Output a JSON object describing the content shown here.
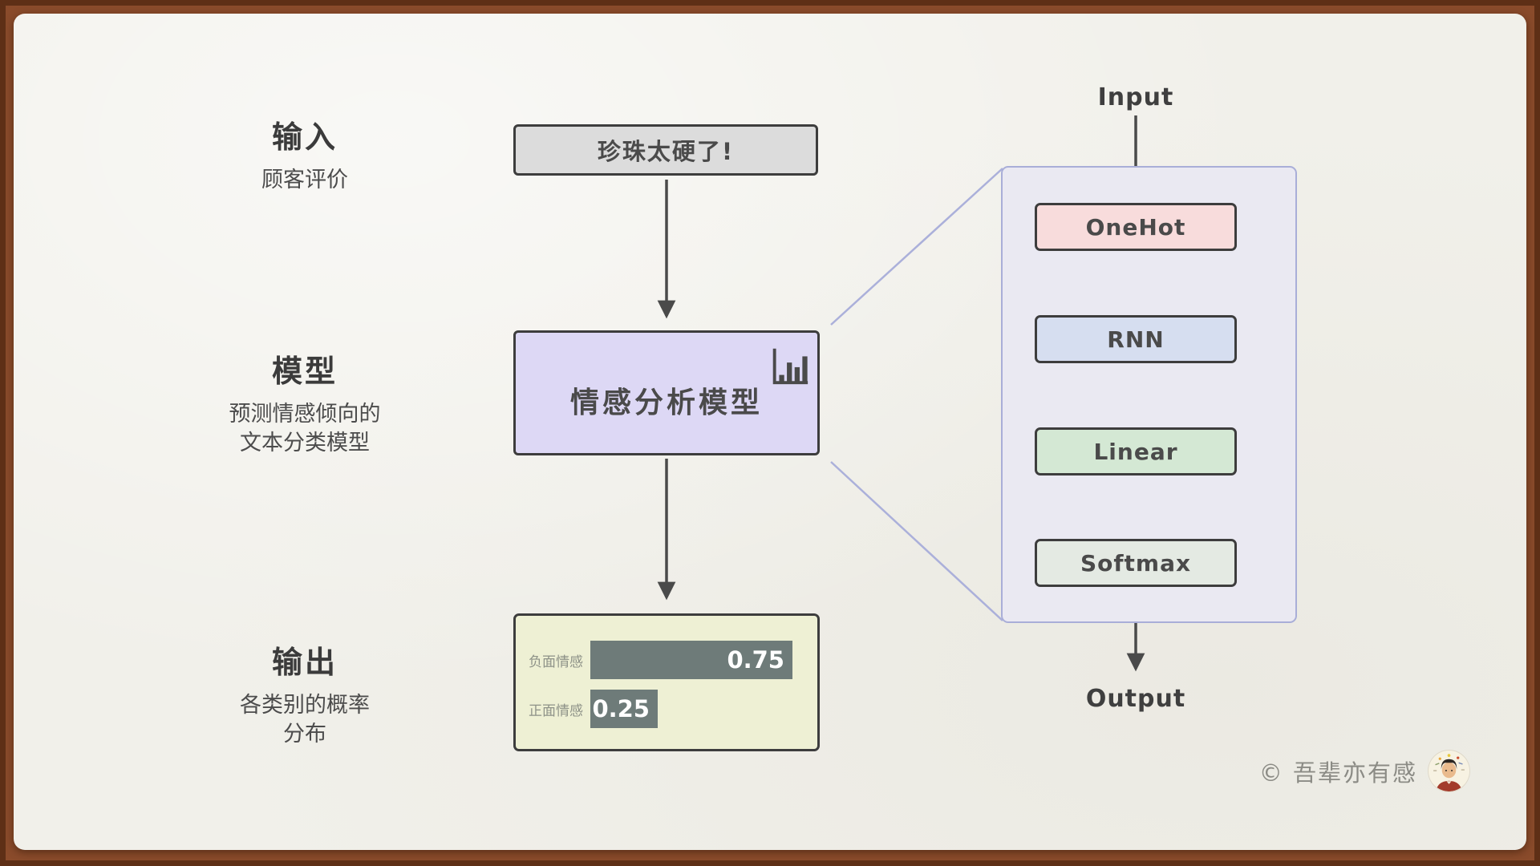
{
  "left_labels": {
    "input": {
      "title": "输入",
      "subtitle": "顾客评价"
    },
    "model": {
      "title": "模型",
      "subtitle_line1": "预测情感倾向的",
      "subtitle_line2": "文本分类模型"
    },
    "output": {
      "title": "输出",
      "subtitle_line1": "各类别的概率",
      "subtitle_line2": "分布"
    }
  },
  "flow": {
    "input_box": {
      "text": "珍珠太硬了!"
    },
    "model_box": {
      "text": "情感分析模型",
      "icon": "bar-chart-icon"
    },
    "output_box": {
      "rows": [
        {
          "label": "负面情感",
          "value": 0.75,
          "value_label": "0.75"
        },
        {
          "label": "正面情感",
          "value": 0.25,
          "value_label": "0.25"
        }
      ]
    }
  },
  "chart_data": {
    "type": "bar",
    "orientation": "horizontal",
    "categories": [
      "负面情感",
      "正面情感"
    ],
    "values": [
      0.75,
      0.25
    ],
    "title": "",
    "xlim": [
      0,
      1
    ],
    "bar_color": "#6e7b79"
  },
  "detail_panel": {
    "input_label": "Input",
    "output_label": "Output",
    "layers": [
      {
        "name": "OneHot"
      },
      {
        "name": "RNN"
      },
      {
        "name": "Linear"
      },
      {
        "name": "Softmax"
      }
    ],
    "has_recurrent_loop": true
  },
  "footer": {
    "copyright": "© 吾辈亦有感"
  },
  "colors": {
    "frame": "#8a4b2b",
    "frame_edge": "#5e2f16",
    "paper": "#f1f0ea",
    "ink": "#4a4a4a",
    "input_box_bg": "#dcdcdc",
    "model_box_bg": "#ddd8f5",
    "output_box_bg": "#eef0d4",
    "bar": "#6e7b79",
    "bar_value_text": "#ffffff",
    "panel_border": "#a9aed8",
    "panel_bg": "#eae9f2",
    "onehot_bg": "#f8dcdc",
    "rnn_bg": "#d6def0",
    "linear_bg": "#d4e8d4",
    "softmax_bg": "#e4eae3"
  }
}
